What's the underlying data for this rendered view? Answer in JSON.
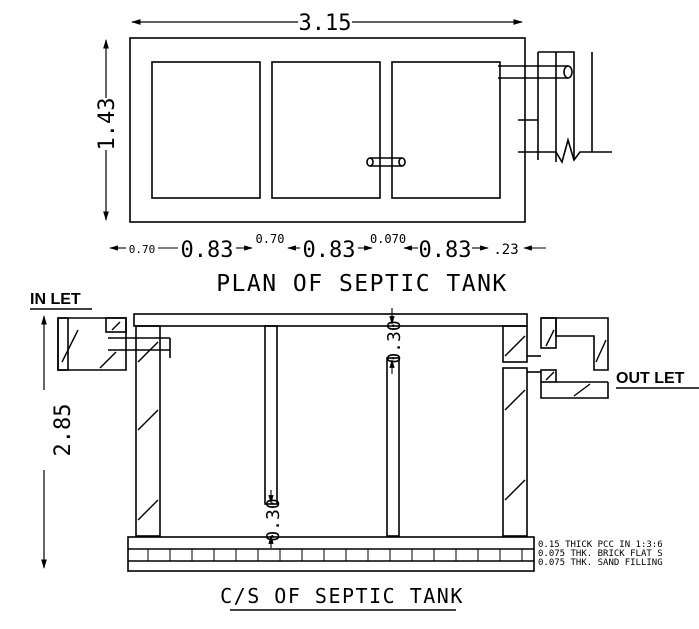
{
  "plan": {
    "title": "PLAN OF SEPTIC TANK",
    "overall_length": "3.15",
    "overall_width": "1.43",
    "dims": {
      "wall_left": "0.70",
      "chamber_1": "0.83",
      "partition_1": "0.70",
      "chamber_2": "0.83",
      "partition_2": "0.070",
      "chamber_3": "0.83",
      "wall_right": ".23"
    }
  },
  "section": {
    "title": "C/S OF SEPTIC TANK",
    "inlet_label": "IN LET",
    "outlet_label": "OUT LET",
    "depth": "2.85",
    "baffle_gap_top": "0.30",
    "baffle_gap_bottom": "0.30",
    "base_layers": [
      "0.15 THICK PCC IN 1:3:6",
      "0.075 THK. BRICK FLAT S",
      "0.075 THK. SAND FILLING"
    ]
  }
}
